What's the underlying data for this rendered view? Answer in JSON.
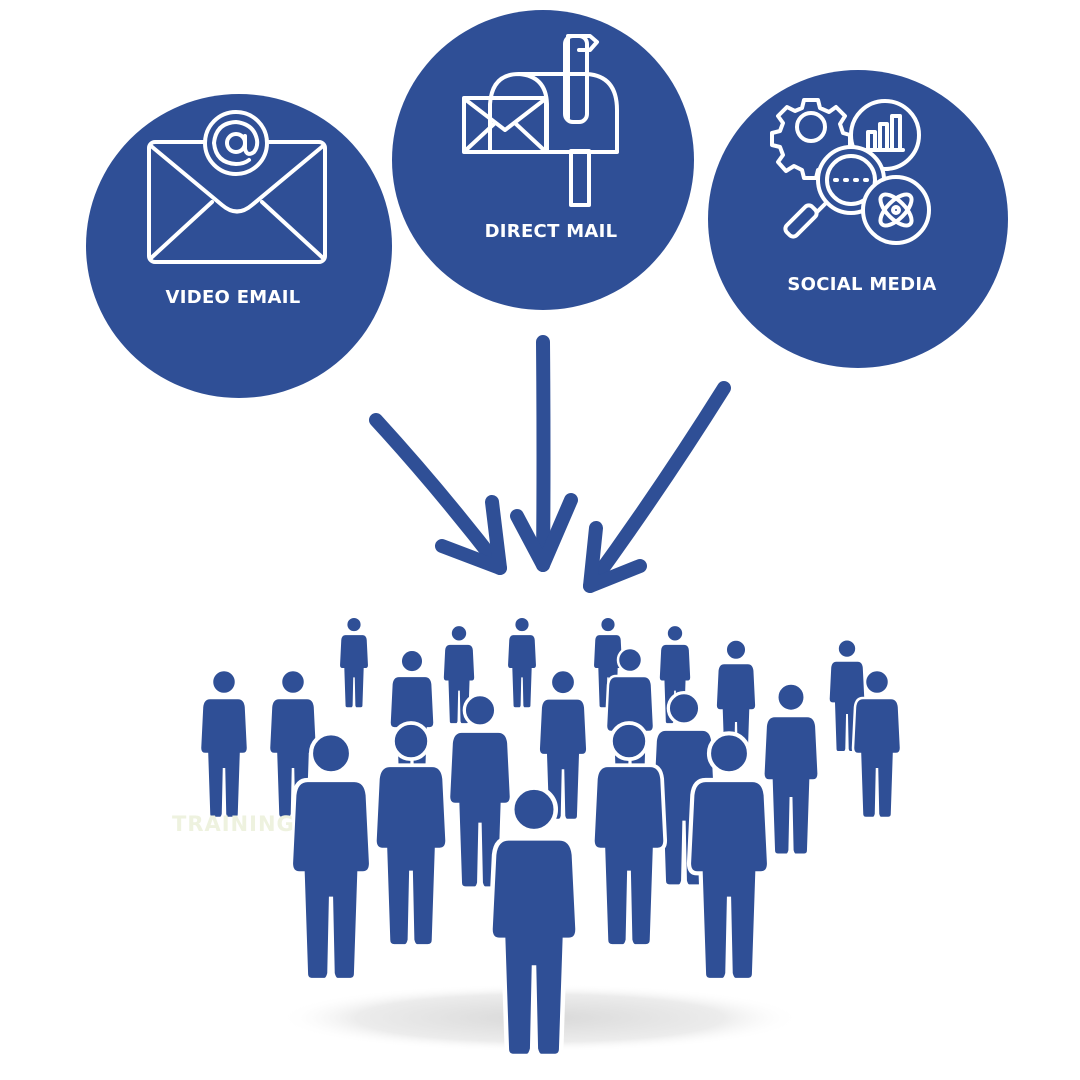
{
  "colors": {
    "brand_blue": "#2f4f96",
    "background": "#ffffff",
    "faint_text": "#eef2df"
  },
  "channels": [
    {
      "label": "VIDEO EMAIL",
      "icon": "email-at-icon"
    },
    {
      "label": "DIRECT MAIL",
      "icon": "mailbox-icon"
    },
    {
      "label": "SOCIAL MEDIA",
      "icon": "social-analytics-icon"
    }
  ],
  "audience": {
    "icon": "crowd-of-people-icon",
    "faint_text": "TRAINING"
  },
  "arrows": {
    "icon": "arrow-down-icon",
    "count": 3
  }
}
